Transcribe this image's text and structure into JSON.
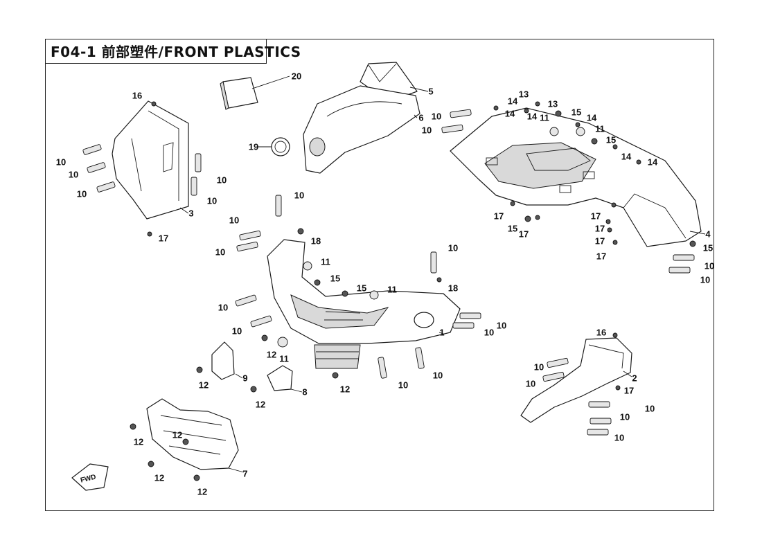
{
  "diagram": {
    "title": "F04-1 前部塑件/FRONT PLASTICS",
    "callouts": [
      {
        "id": "c20",
        "label": "20"
      },
      {
        "id": "c5",
        "label": "5"
      },
      {
        "id": "c6",
        "label": "6"
      },
      {
        "id": "c16a",
        "label": "16"
      },
      {
        "id": "c19",
        "label": "19"
      },
      {
        "id": "c10a",
        "label": "10"
      },
      {
        "id": "c10b",
        "label": "10"
      },
      {
        "id": "c10c",
        "label": "10"
      },
      {
        "id": "c10d",
        "label": "10"
      },
      {
        "id": "c10e",
        "label": "10"
      },
      {
        "id": "c3",
        "label": "3"
      },
      {
        "id": "c17a",
        "label": "17"
      },
      {
        "id": "c10f",
        "label": "10"
      },
      {
        "id": "c10g",
        "label": "10"
      },
      {
        "id": "c13a",
        "label": "13"
      },
      {
        "id": "c13b",
        "label": "13"
      },
      {
        "id": "c14a",
        "label": "14"
      },
      {
        "id": "c14b",
        "label": "14"
      },
      {
        "id": "c14c",
        "label": "14"
      },
      {
        "id": "c14d",
        "label": "14"
      },
      {
        "id": "c14e",
        "label": "14"
      },
      {
        "id": "c14f",
        "label": "14"
      },
      {
        "id": "c15a",
        "label": "15"
      },
      {
        "id": "c15b",
        "label": "15"
      },
      {
        "id": "c11a",
        "label": "11"
      },
      {
        "id": "c11b",
        "label": "11"
      },
      {
        "id": "c17b",
        "label": "17"
      },
      {
        "id": "c15c",
        "label": "15"
      },
      {
        "id": "c17c",
        "label": "17"
      },
      {
        "id": "c4",
        "label": "4"
      },
      {
        "id": "c17d",
        "label": "17"
      },
      {
        "id": "c17e",
        "label": "17"
      },
      {
        "id": "c17f",
        "label": "17"
      },
      {
        "id": "c17g",
        "label": "17"
      },
      {
        "id": "c15d",
        "label": "15"
      },
      {
        "id": "c10h",
        "label": "10"
      },
      {
        "id": "c10i",
        "label": "10"
      },
      {
        "id": "c10j",
        "label": "10"
      },
      {
        "id": "c10k",
        "label": "10"
      },
      {
        "id": "c10l",
        "label": "10"
      },
      {
        "id": "c18a",
        "label": "18"
      },
      {
        "id": "c11c",
        "label": "11"
      },
      {
        "id": "c10m",
        "label": "10"
      },
      {
        "id": "c15e",
        "label": "15"
      },
      {
        "id": "c15f",
        "label": "15"
      },
      {
        "id": "c11d",
        "label": "11"
      },
      {
        "id": "c18b",
        "label": "18"
      },
      {
        "id": "c10n",
        "label": "10"
      },
      {
        "id": "c10o",
        "label": "10"
      },
      {
        "id": "c10p",
        "label": "10"
      },
      {
        "id": "c10q",
        "label": "10"
      },
      {
        "id": "c1",
        "label": "1"
      },
      {
        "id": "c12a",
        "label": "12"
      },
      {
        "id": "c11e",
        "label": "11"
      },
      {
        "id": "c10r",
        "label": "10"
      },
      {
        "id": "c10s",
        "label": "10"
      },
      {
        "id": "c12b",
        "label": "12"
      },
      {
        "id": "c9",
        "label": "9"
      },
      {
        "id": "c12c",
        "label": "12"
      },
      {
        "id": "c8",
        "label": "8"
      },
      {
        "id": "c12d",
        "label": "12"
      },
      {
        "id": "c16b",
        "label": "16"
      },
      {
        "id": "c10t",
        "label": "10"
      },
      {
        "id": "c10u",
        "label": "10"
      },
      {
        "id": "c2",
        "label": "2"
      },
      {
        "id": "c17h",
        "label": "17"
      },
      {
        "id": "c10v",
        "label": "10"
      },
      {
        "id": "c10w",
        "label": "10"
      },
      {
        "id": "c10x",
        "label": "10"
      },
      {
        "id": "c12e",
        "label": "12"
      },
      {
        "id": "c12f",
        "label": "12"
      },
      {
        "id": "c12g",
        "label": "12"
      },
      {
        "id": "c12h",
        "label": "12"
      },
      {
        "id": "c7",
        "label": "7"
      }
    ],
    "fwd_label": "FWD"
  }
}
